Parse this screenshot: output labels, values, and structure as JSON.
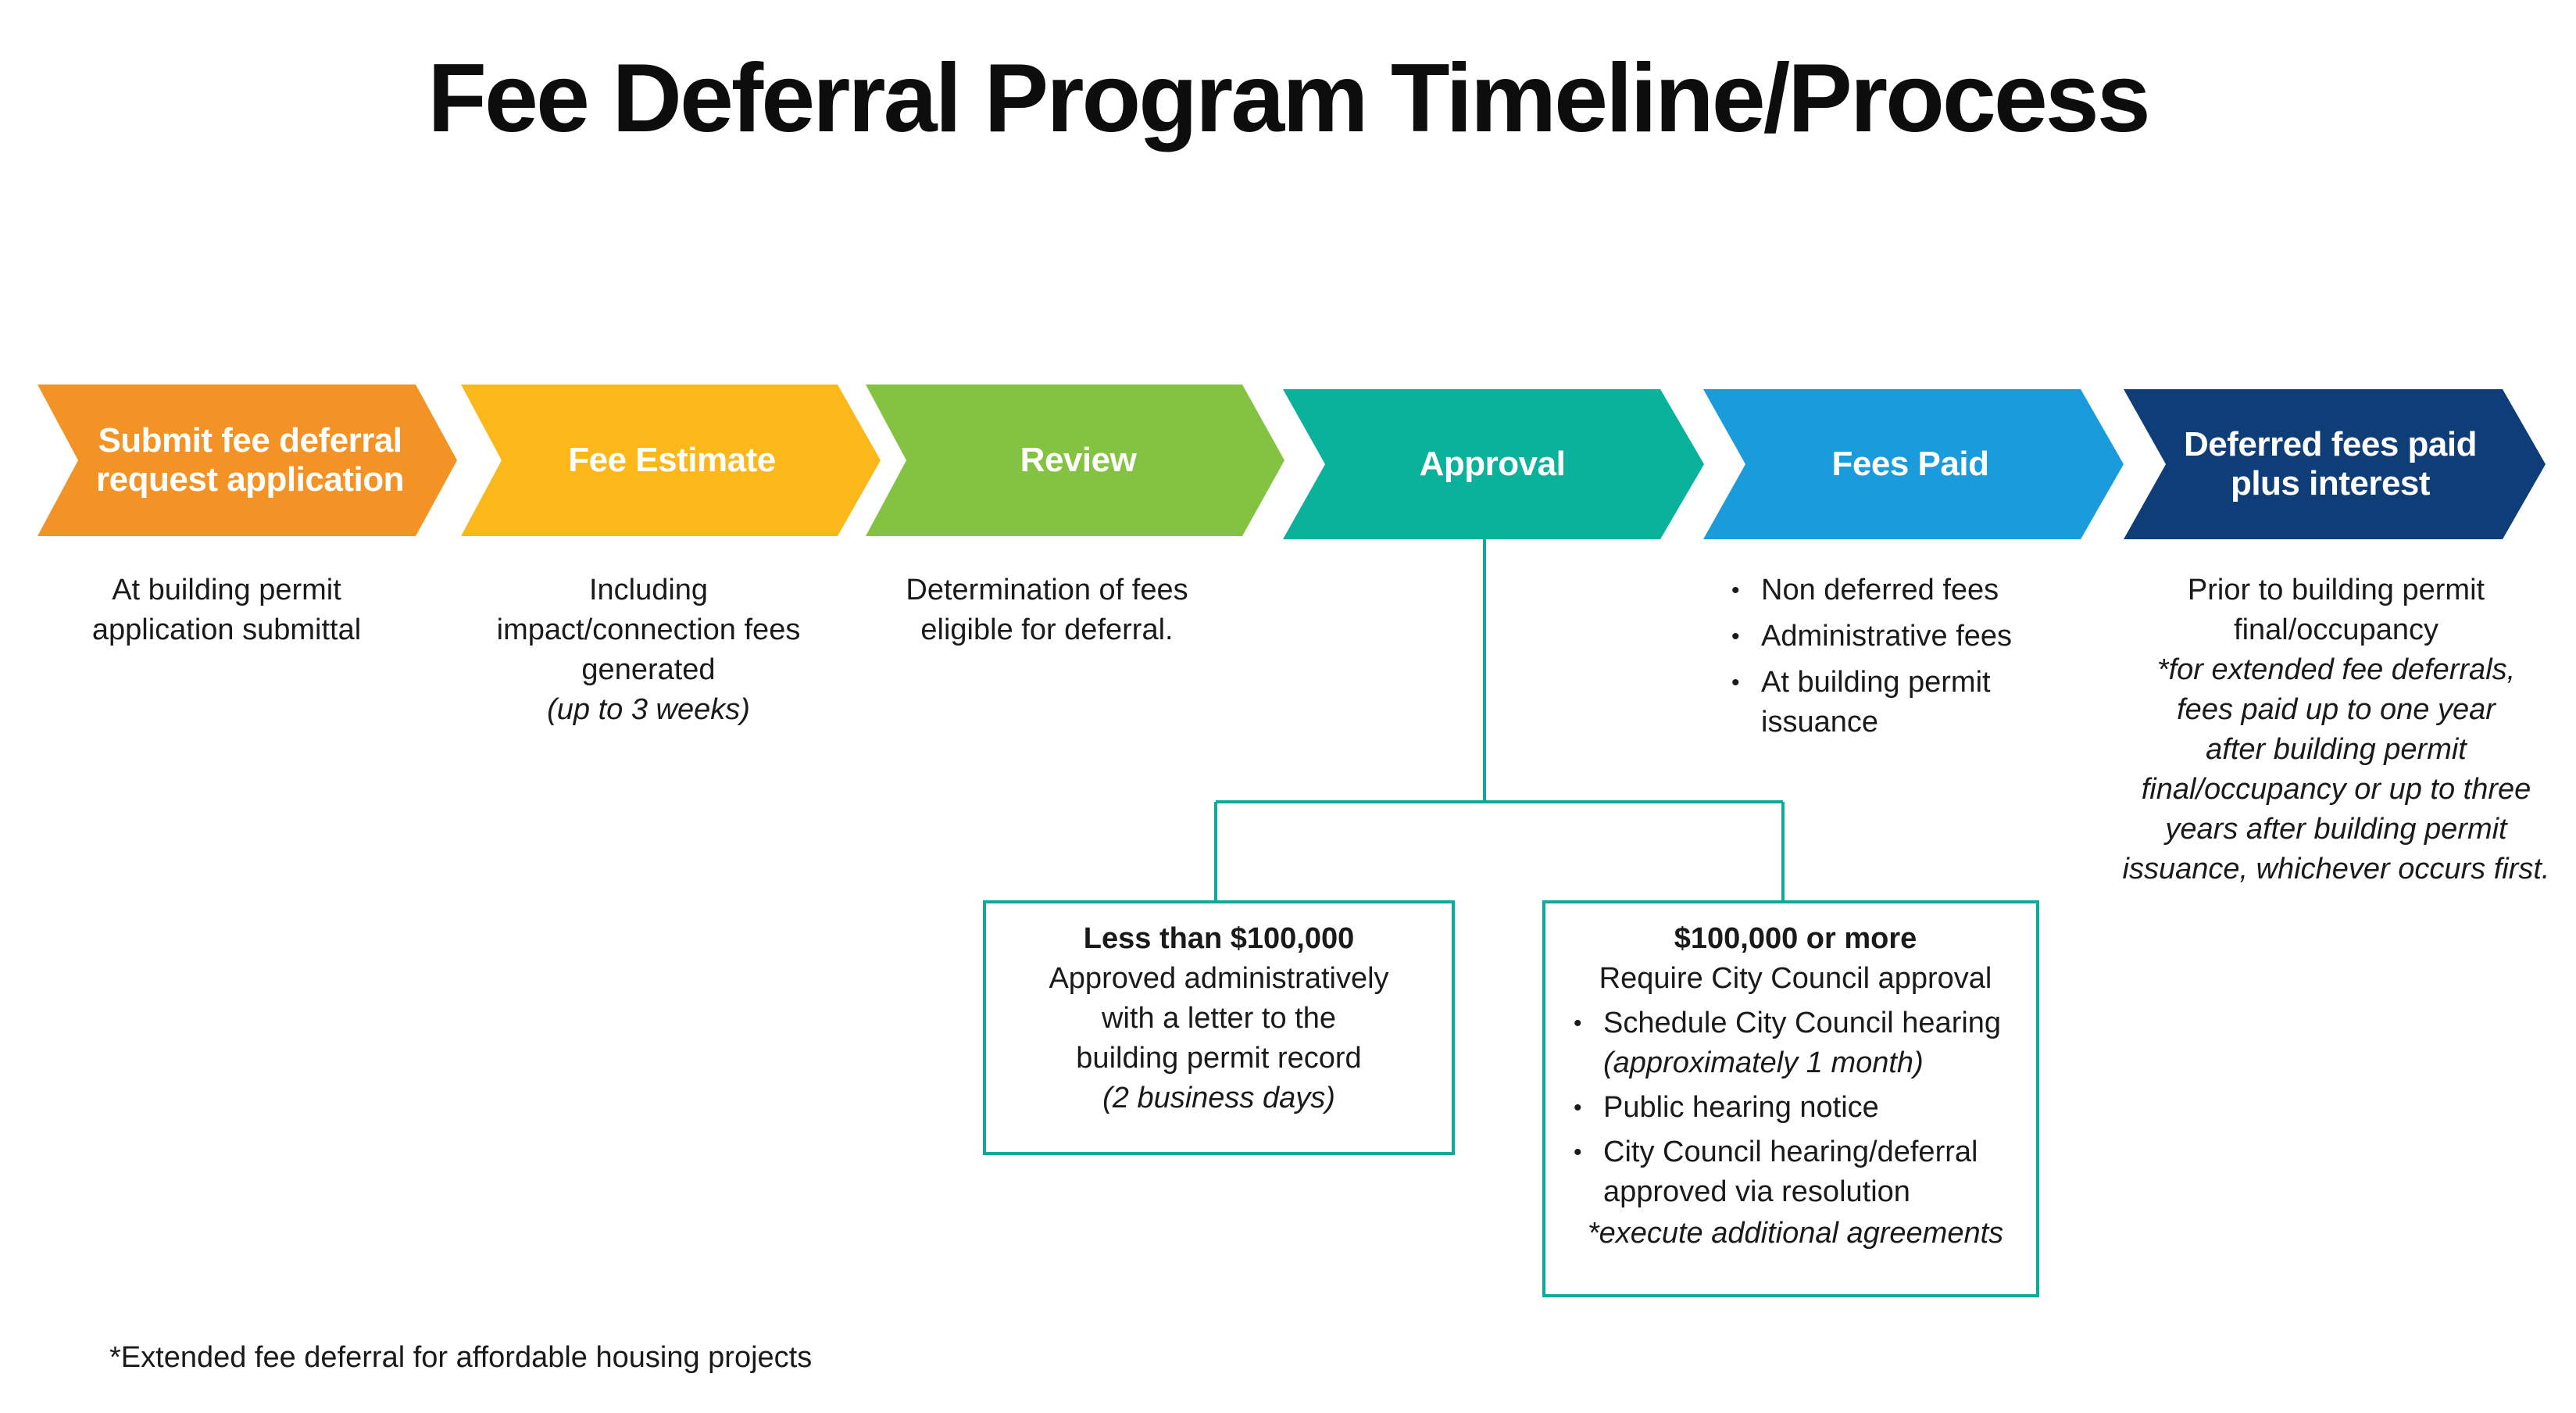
{
  "title": "Fee Deferral Program Timeline/Process",
  "colors": {
    "step1": "#f39325",
    "step2": "#fcb71b",
    "step3": "#84c341",
    "step4": "#0ab19b",
    "step5": "#1a9bdb",
    "step6": "#0e3d78",
    "connector": "#10a99a"
  },
  "steps": [
    {
      "label_lines": [
        "Submit fee deferral",
        "request application"
      ],
      "description": [
        "At building permit",
        "application submittal"
      ]
    },
    {
      "label_lines": [
        "Fee Estimate"
      ],
      "description": [
        "Including",
        "impact/connection fees",
        "generated"
      ],
      "note": "(up to 3 weeks)"
    },
    {
      "label_lines": [
        "Review"
      ],
      "description": [
        "Determination of fees",
        "eligible for deferral."
      ]
    },
    {
      "label_lines": [
        "Approval"
      ]
    },
    {
      "label_lines": [
        "Fees Paid"
      ],
      "bullets": [
        "Non deferred fees",
        "Administrative fees",
        "At building permit issuance"
      ]
    },
    {
      "label_lines": [
        "Deferred fees paid",
        "plus interest"
      ],
      "description": [
        "Prior to building permit",
        "final/occupancy"
      ],
      "note_lines": [
        "*for extended fee deferrals,",
        "fees paid up to one year",
        "after building permit",
        "final/occupancy or up to three",
        "years after building permit",
        "issuance, whichever occurs first."
      ]
    }
  ],
  "approval_branches": {
    "under": {
      "heading": "Less than $100,000",
      "lines": [
        "Approved administratively",
        "with a letter to the",
        "building permit record"
      ],
      "note": "(2 business days)"
    },
    "over": {
      "heading": "$100,000 or more",
      "subheading": "Require City Council approval",
      "bullets": [
        {
          "text": "Schedule City Council hearing",
          "note": "(approximately 1 month)"
        },
        {
          "text": "Public hearing notice",
          "note": ""
        },
        {
          "text": "City Council hearing/deferral approved via resolution",
          "note": ""
        }
      ],
      "footnote": "*execute additional agreements"
    }
  },
  "footnote": "*Extended fee deferral for affordable housing projects"
}
